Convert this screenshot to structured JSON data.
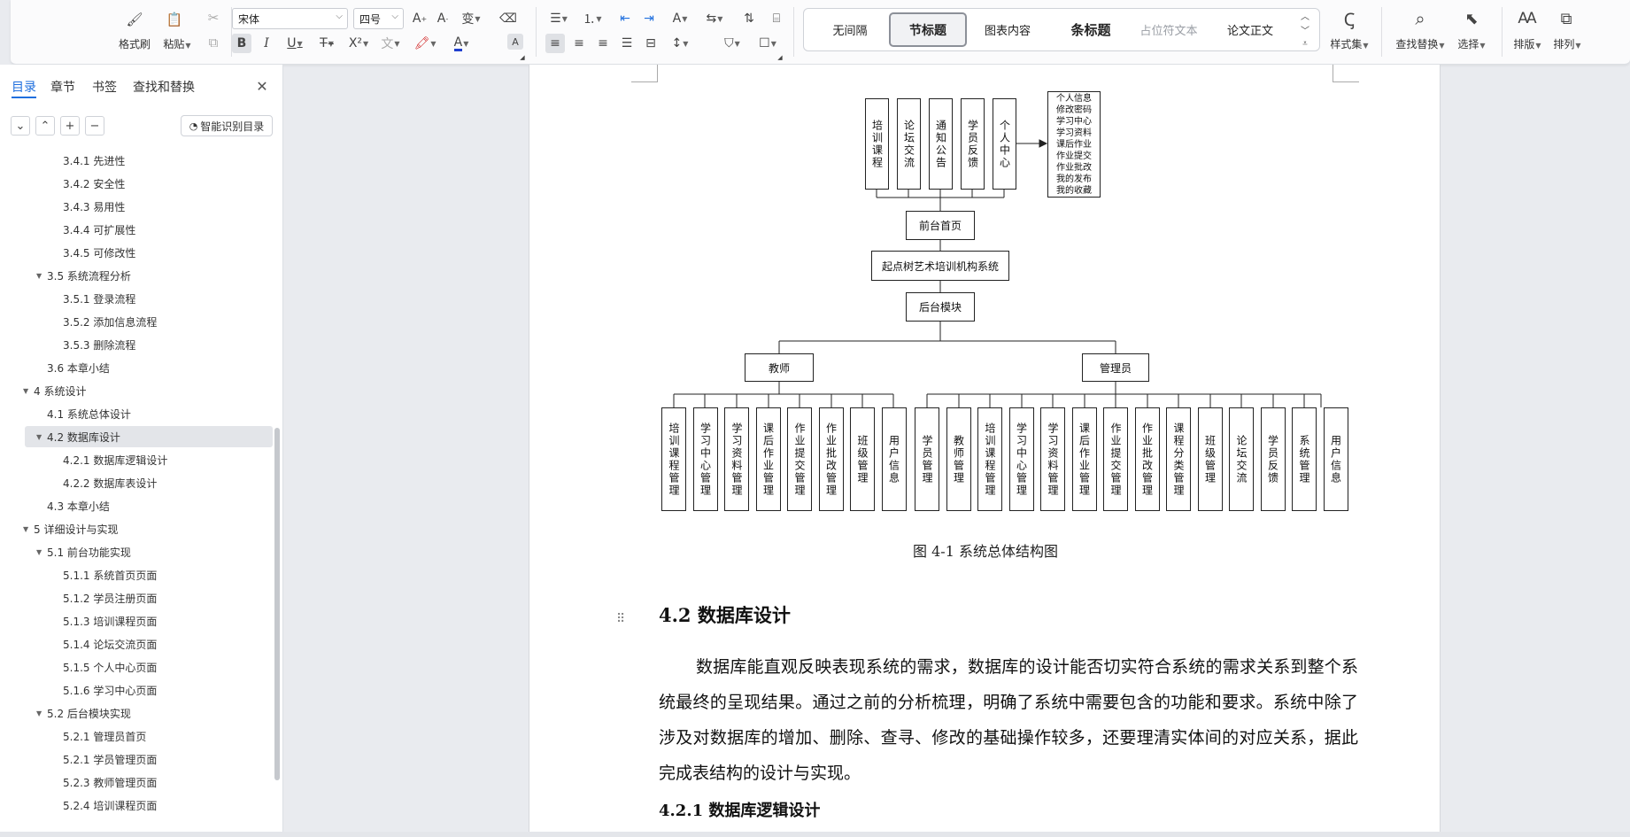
{
  "ribbon": {
    "clipboard": {
      "format_painter": "格式刷",
      "paste": "粘贴"
    },
    "font": {
      "name": "宋体",
      "size": "四号"
    },
    "styles": [
      {
        "label": "无间隔",
        "kind": "normal"
      },
      {
        "label": "节标题",
        "kind": "selected"
      },
      {
        "label": "图表内容",
        "kind": "normal"
      },
      {
        "label": "条标题",
        "kind": "bold"
      },
      {
        "label": "占位符文本",
        "kind": "gray"
      },
      {
        "label": "论文正文",
        "kind": "normal"
      }
    ],
    "style_set": "样式集",
    "find_replace": "查找替换",
    "select": "选择",
    "layout": "排版",
    "arrange": "排列"
  },
  "panel": {
    "tabs": [
      "目录",
      "章节",
      "书签",
      "查找和替换"
    ],
    "smart_toc": "智能识别目录",
    "toc": [
      {
        "label": "3.4.1  先进性",
        "level": 2,
        "expand": ""
      },
      {
        "label": "3.4.2  安全性",
        "level": 2,
        "expand": ""
      },
      {
        "label": "3.4.3  易用性",
        "level": 2,
        "expand": ""
      },
      {
        "label": "3.4.4  可扩展性",
        "level": 2,
        "expand": ""
      },
      {
        "label": "3.4.5  可修改性",
        "level": 2,
        "expand": ""
      },
      {
        "label": "3.5  系统流程分析",
        "level": 1,
        "expand": "▼"
      },
      {
        "label": "3.5.1  登录流程",
        "level": 2,
        "expand": ""
      },
      {
        "label": "3.5.2  添加信息流程",
        "level": 2,
        "expand": ""
      },
      {
        "label": "3.5.3  删除流程",
        "level": 2,
        "expand": ""
      },
      {
        "label": "3.6  本章小结",
        "level": 1,
        "expand": ""
      },
      {
        "label": "4  系统设计",
        "level": 0,
        "expand": "▼"
      },
      {
        "label": "4.1  系统总体设计",
        "level": 1,
        "expand": ""
      },
      {
        "label": "4.2  数据库设计",
        "level": 1,
        "expand": "▼",
        "selected": true
      },
      {
        "label": "4.2.1  数据库逻辑设计",
        "level": 2,
        "expand": ""
      },
      {
        "label": "4.2.2  数据库表设计",
        "level": 2,
        "expand": ""
      },
      {
        "label": "4.3  本章小结",
        "level": 1,
        "expand": ""
      },
      {
        "label": "5  详细设计与实现",
        "level": 0,
        "expand": "▼"
      },
      {
        "label": "5.1 前台功能实现",
        "level": 1,
        "expand": "▼"
      },
      {
        "label": "5.1.1 系统首页页面",
        "level": 2,
        "expand": ""
      },
      {
        "label": "5.1.2 学员注册页面",
        "level": 2,
        "expand": ""
      },
      {
        "label": "5.1.3 培训课程页面",
        "level": 2,
        "expand": ""
      },
      {
        "label": "5.1.4 论坛交流页面",
        "level": 2,
        "expand": ""
      },
      {
        "label": "5.1.5 个人中心页面",
        "level": 2,
        "expand": ""
      },
      {
        "label": "5.1.6 学习中心页面",
        "level": 2,
        "expand": ""
      },
      {
        "label": "5.2 后台模块实现",
        "level": 1,
        "expand": "▼"
      },
      {
        "label": "5.2.1 管理员首页",
        "level": 2,
        "expand": ""
      },
      {
        "label": "5.2.1 学员管理页面",
        "level": 2,
        "expand": ""
      },
      {
        "label": "5.2.3 教师管理页面",
        "level": 2,
        "expand": ""
      },
      {
        "label": "5.2.4 培训课程页面",
        "level": 2,
        "expand": ""
      }
    ]
  },
  "diagram": {
    "top_modules": [
      "培训课程",
      "论坛交流",
      "通知公告",
      "学员反馈",
      "个人中心"
    ],
    "personal_center_items": "个人信息\n修改密码\n学习中心\n学习资料\n课后作业\n作业提交\n作业批改\n我的发布\n我的收藏",
    "front_home": "前台首页",
    "system_name": "起点树艺术培训机构系统",
    "backend": "后台模块",
    "teacher": "教师",
    "admin": "管理员",
    "teacher_modules": [
      "培训课程管理",
      "学习中心管理",
      "学习资料管理",
      "课后作业管理",
      "作业提交管理",
      "作业批改管理",
      "班级管理",
      "用户信息"
    ],
    "admin_modules": [
      "学员管理",
      "教师管理",
      "培训课程管理",
      "学习中心管理",
      "学习资料管理",
      "课后作业管理",
      "作业提交管理",
      "作业批改管理",
      "课程分类管理",
      "班级管理",
      "论坛交流",
      "学员反馈",
      "系统管理",
      "用户信息"
    ]
  },
  "document": {
    "caption": "图 4-1  系统总体结构图",
    "section_title": "4.2  数据库设计",
    "paragraph": "数据库能直观反映表现系统的需求，数据库的设计能否切实符合系统的需求关系到整个系统最终的呈现结果。通过之前的分析梳理，明确了系统中需要包含的功能和要求。系统中除了涉及对数据库的增加、删除、查寻、修改的基础操作较多，还要理清实体间的对应关系，据此完成表结构的设计与实现。",
    "subsection_title": "4.2.1  数据库逻辑设计"
  }
}
